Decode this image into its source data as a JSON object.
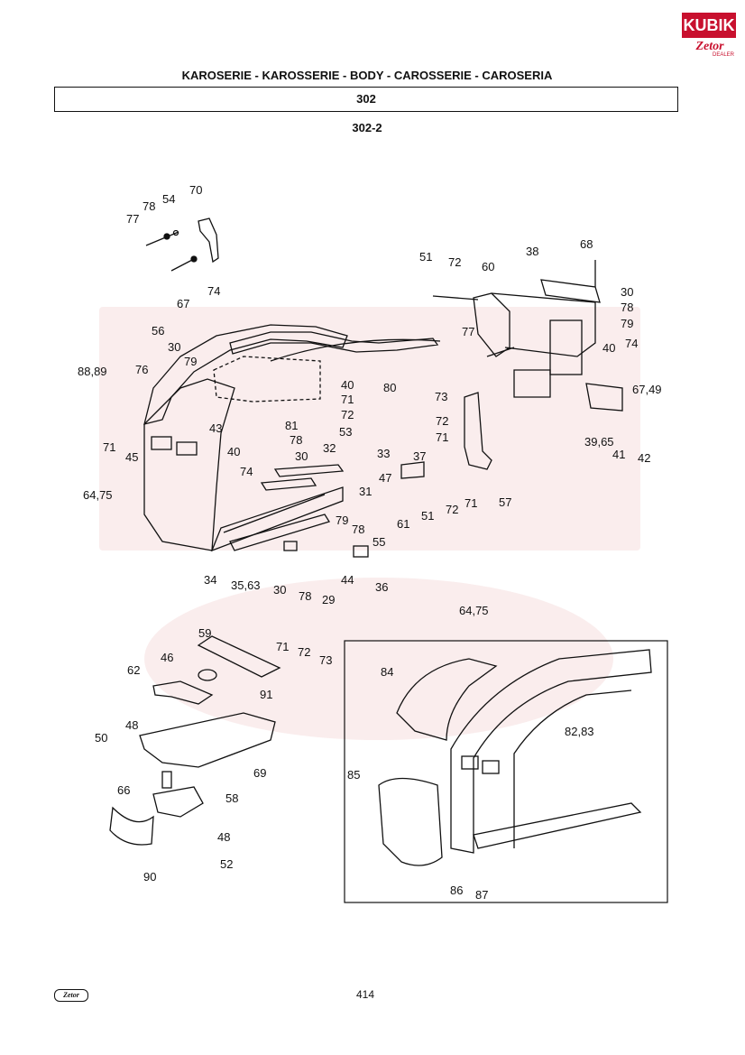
{
  "header": {
    "logo_top": "KUBIK",
    "logo_bottom": "Zetor",
    "logo_sub": "DEALER",
    "title": "KAROSERIE - KAROSSERIE - BODY - CAROSSERIE - CAROSERIA",
    "section": "302",
    "subsection": "302-2"
  },
  "footer": {
    "page_number": "414",
    "logo_text": "Zetor"
  },
  "callouts": [
    {
      "text": "77"
    },
    {
      "text": "78"
    },
    {
      "text": "54"
    },
    {
      "text": "70"
    },
    {
      "text": "74"
    },
    {
      "text": "67"
    },
    {
      "text": "56"
    },
    {
      "text": "30"
    },
    {
      "text": "79"
    },
    {
      "text": "88,89"
    },
    {
      "text": "76"
    },
    {
      "text": "71"
    },
    {
      "text": "45"
    },
    {
      "text": "43"
    },
    {
      "text": "40"
    },
    {
      "text": "74"
    },
    {
      "text": "81"
    },
    {
      "text": "78"
    },
    {
      "text": "30"
    },
    {
      "text": "32"
    },
    {
      "text": "33"
    },
    {
      "text": "47"
    },
    {
      "text": "31"
    },
    {
      "text": "40"
    },
    {
      "text": "71"
    },
    {
      "text": "72"
    },
    {
      "text": "53"
    },
    {
      "text": "80"
    },
    {
      "text": "64,75"
    },
    {
      "text": "79"
    },
    {
      "text": "78"
    },
    {
      "text": "55"
    },
    {
      "text": "44"
    },
    {
      "text": "36"
    },
    {
      "text": "34"
    },
    {
      "text": "35,63"
    },
    {
      "text": "30"
    },
    {
      "text": "78"
    },
    {
      "text": "29"
    },
    {
      "text": "51"
    },
    {
      "text": "72"
    },
    {
      "text": "60"
    },
    {
      "text": "38"
    },
    {
      "text": "68"
    },
    {
      "text": "30"
    },
    {
      "text": "78"
    },
    {
      "text": "79"
    },
    {
      "text": "77"
    },
    {
      "text": "40"
    },
    {
      "text": "74"
    },
    {
      "text": "67,49"
    },
    {
      "text": "39,65"
    },
    {
      "text": "41"
    },
    {
      "text": "42"
    },
    {
      "text": "73"
    },
    {
      "text": "72"
    },
    {
      "text": "71"
    },
    {
      "text": "37"
    },
    {
      "text": "61"
    },
    {
      "text": "51"
    },
    {
      "text": "72"
    },
    {
      "text": "71"
    },
    {
      "text": "57"
    },
    {
      "text": "59"
    },
    {
      "text": "46"
    },
    {
      "text": "62"
    },
    {
      "text": "71"
    },
    {
      "text": "72"
    },
    {
      "text": "73"
    },
    {
      "text": "91"
    },
    {
      "text": "50"
    },
    {
      "text": "48"
    },
    {
      "text": "69"
    },
    {
      "text": "66"
    },
    {
      "text": "58"
    },
    {
      "text": "48"
    },
    {
      "text": "52"
    },
    {
      "text": "90"
    },
    {
      "text": "64,75"
    },
    {
      "text": "84"
    },
    {
      "text": "82,83"
    },
    {
      "text": "85"
    },
    {
      "text": "86"
    },
    {
      "text": "87"
    }
  ]
}
